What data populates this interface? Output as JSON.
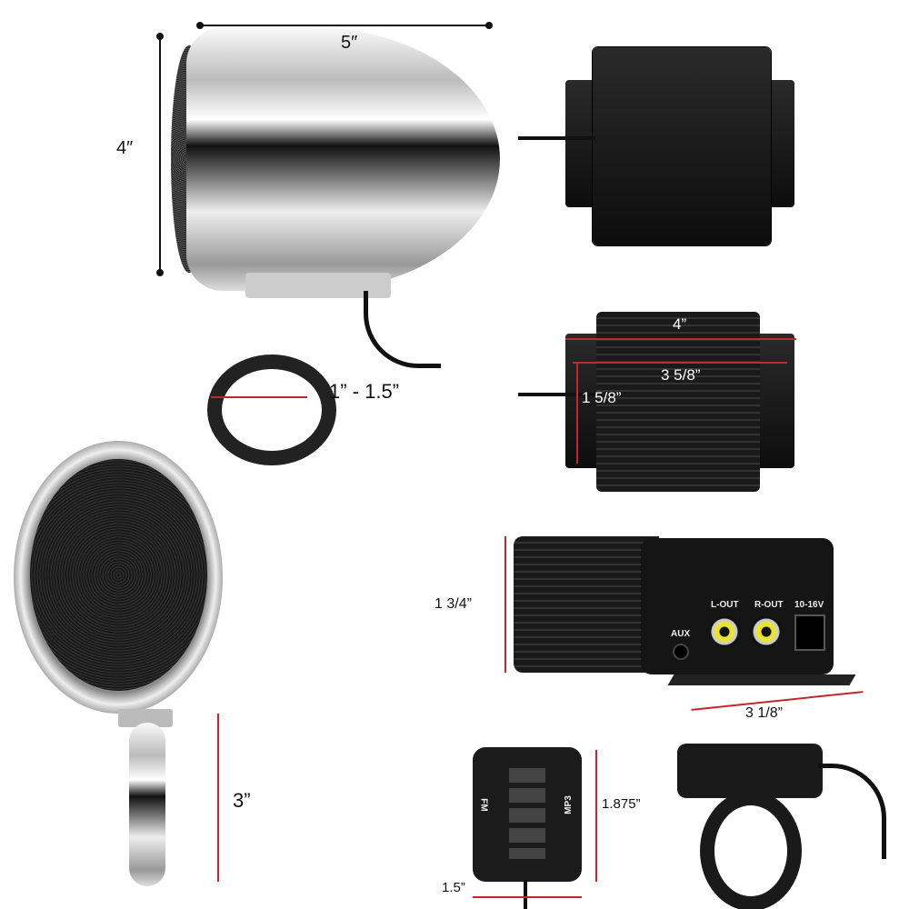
{
  "dimensions": {
    "speaker_length": "5″",
    "speaker_height": "4″",
    "clamp_range": "1” - 1.5”",
    "amp_width": "4”",
    "amp_hole_spacing": "3 5/8”",
    "amp_depth": "1 5/8”",
    "amp_height": "1 3/4”",
    "amp_length": "3 1/8”",
    "mount_height": "3”",
    "remote_height": "1.875”",
    "remote_width": "1.5”"
  },
  "amp_ports": {
    "aux": "AUX",
    "left": "L-OUT",
    "right": "R-OUT",
    "power": "10-16V"
  },
  "remote_labels": {
    "left": "FM",
    "right": "MP3"
  },
  "colors": {
    "accent_line": "#c0282d",
    "dimension_line": "#111111"
  }
}
